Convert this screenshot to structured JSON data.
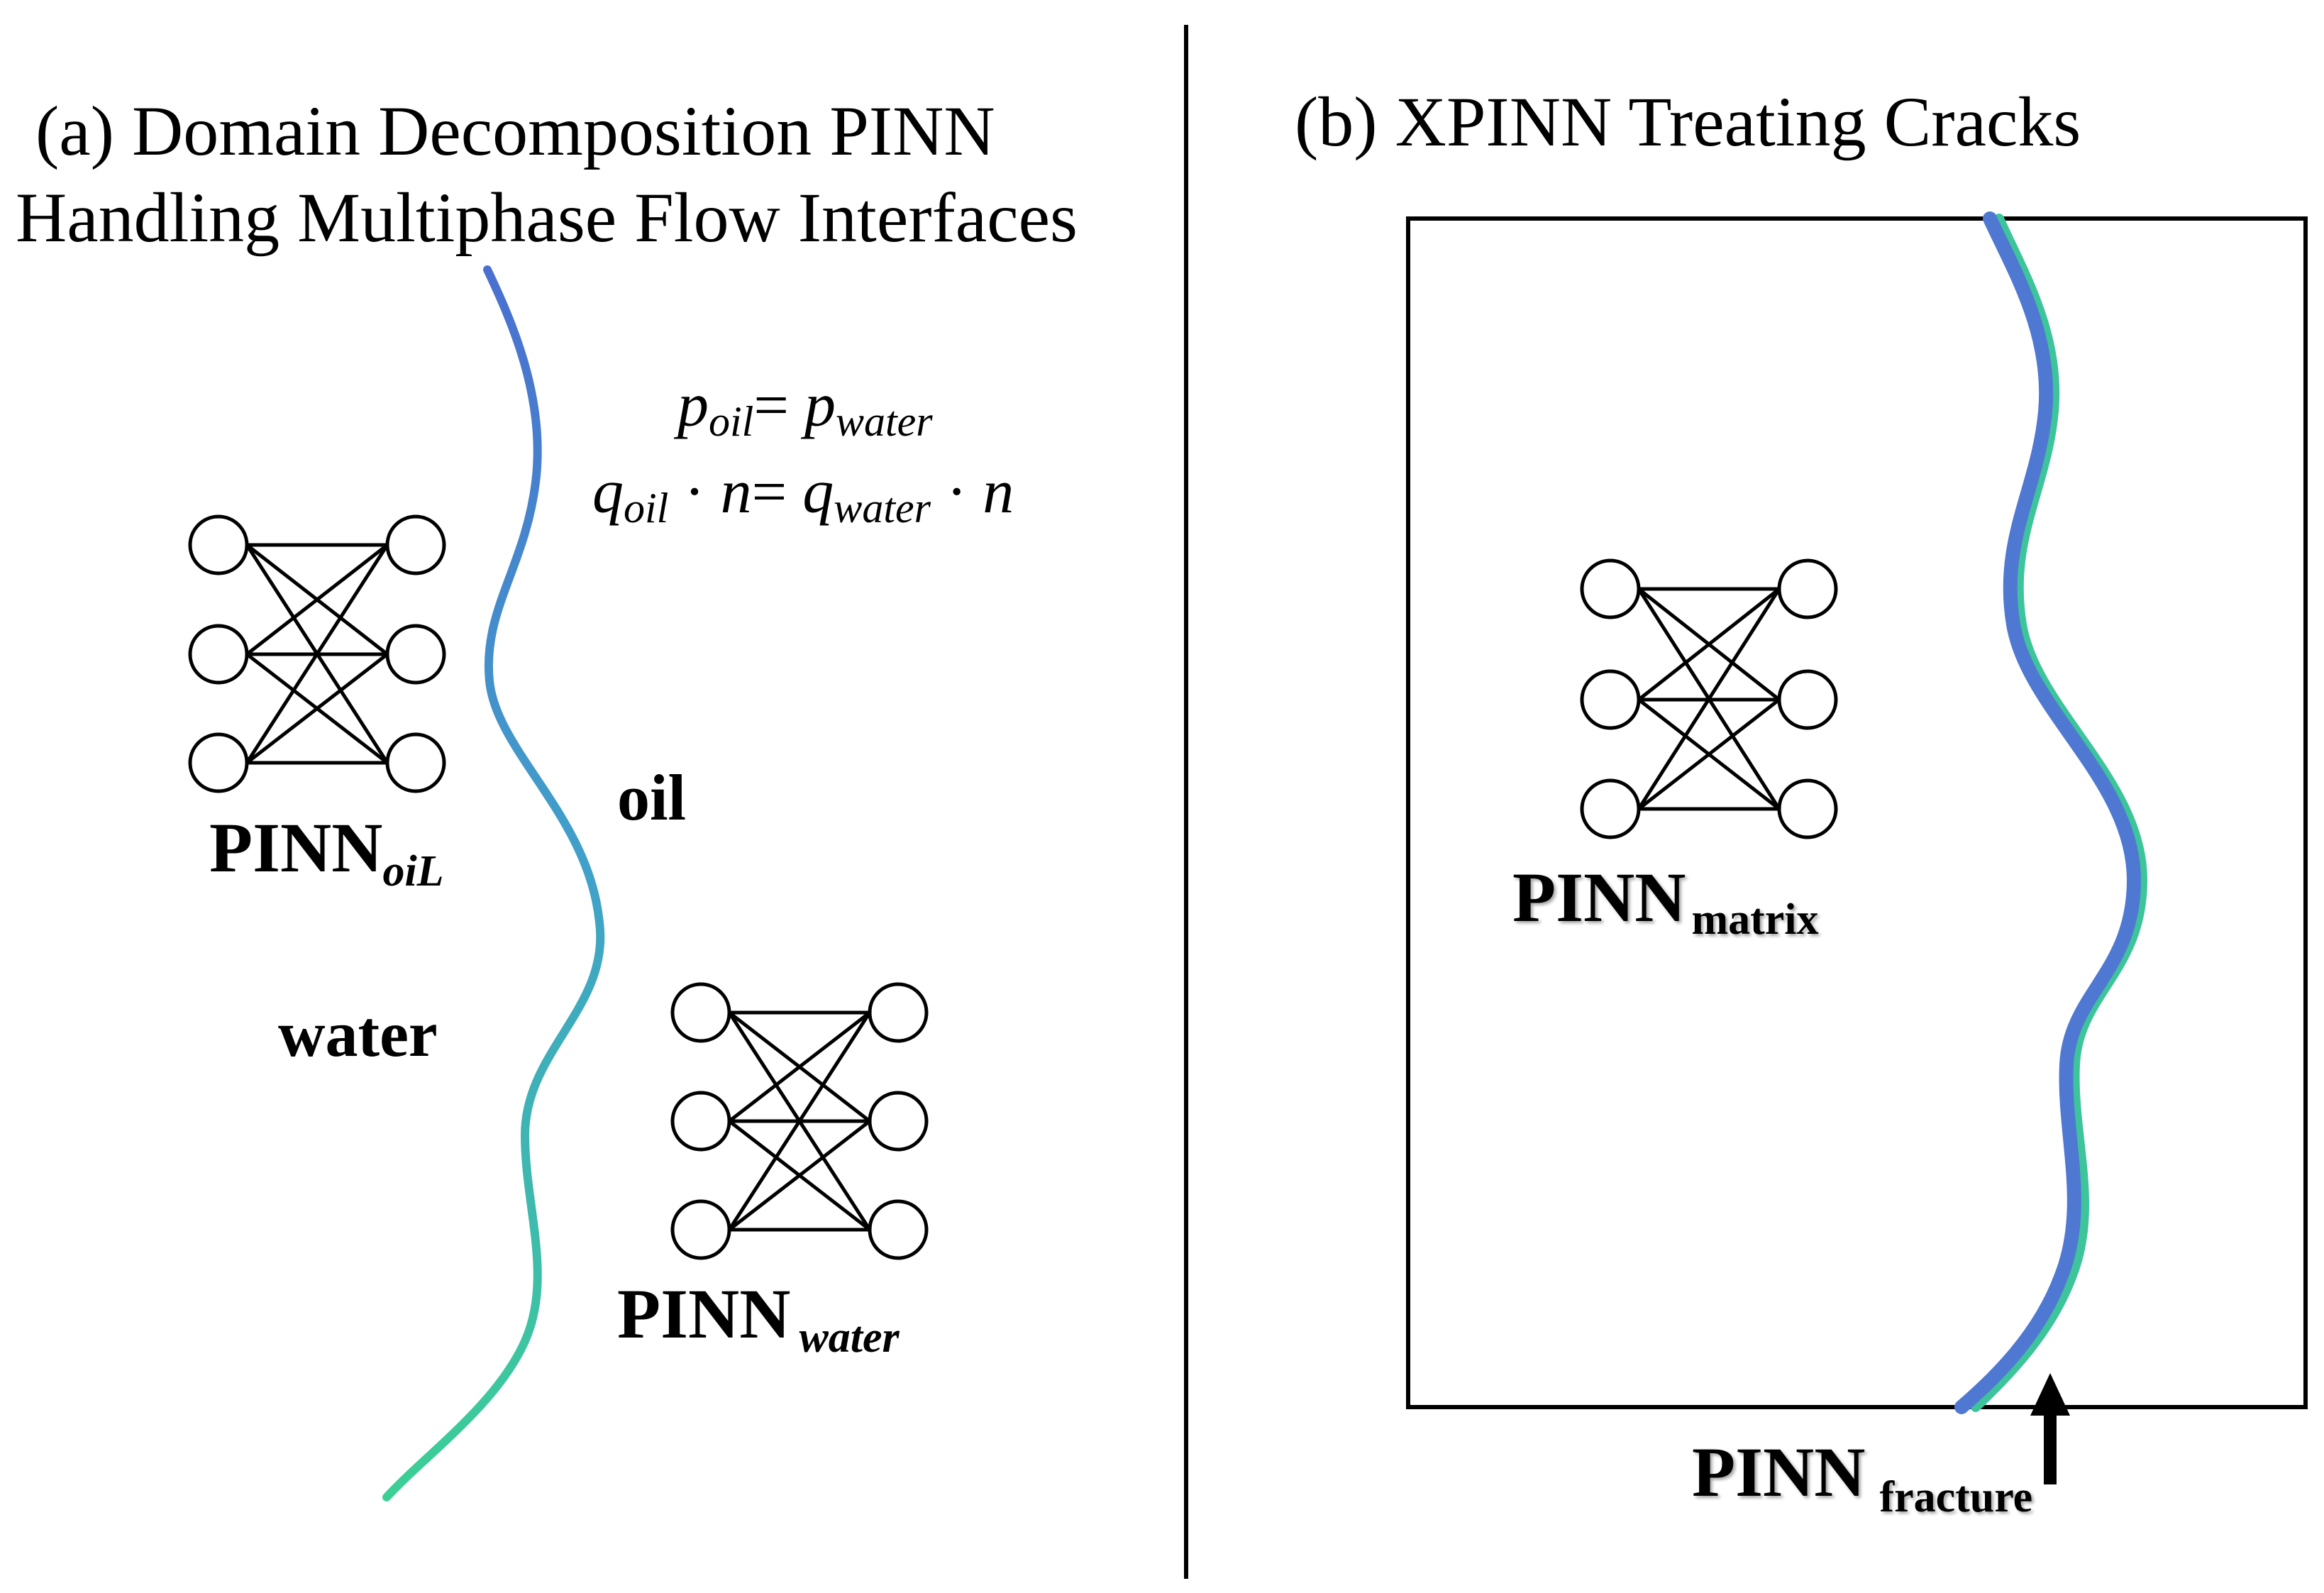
{
  "panel_a": {
    "title_line1": "(a) Domain Decomposition PINN",
    "title_line2": "Handling Multiphase Flow Interfaces",
    "equation1": {
      "lhs": "p",
      "lhs_sub": "oil",
      "eq": "= ",
      "rhs": "p",
      "rhs_sub": "water"
    },
    "equation2": {
      "lhs": "q",
      "lhs_sub": "oil",
      "dot1": " · ",
      "n1": "n",
      "eq": "= ",
      "rhs": "q",
      "rhs_sub": "water",
      "dot2": " · ",
      "n2": "n"
    },
    "oil_label": "oil",
    "water_label": "water",
    "pinn_oil": {
      "main": "PINN",
      "sub": "oiL"
    },
    "pinn_water": {
      "main": "PINN",
      "sub": "water"
    }
  },
  "panel_b": {
    "title": "(b) XPINN Treating Cracks",
    "pinn_matrix": {
      "main": "PINN",
      "sub": "matrix"
    },
    "pinn_fracture": {
      "main": "PINN",
      "sub": "fracture"
    }
  },
  "colors": {
    "interface_top": "#4a6fd0",
    "interface_mid": "#40a2c8",
    "interface_bottom": "#3ccf95",
    "crack_main": "#4f78d2",
    "crack_green": "#3dc49a",
    "outline": "#000000"
  }
}
